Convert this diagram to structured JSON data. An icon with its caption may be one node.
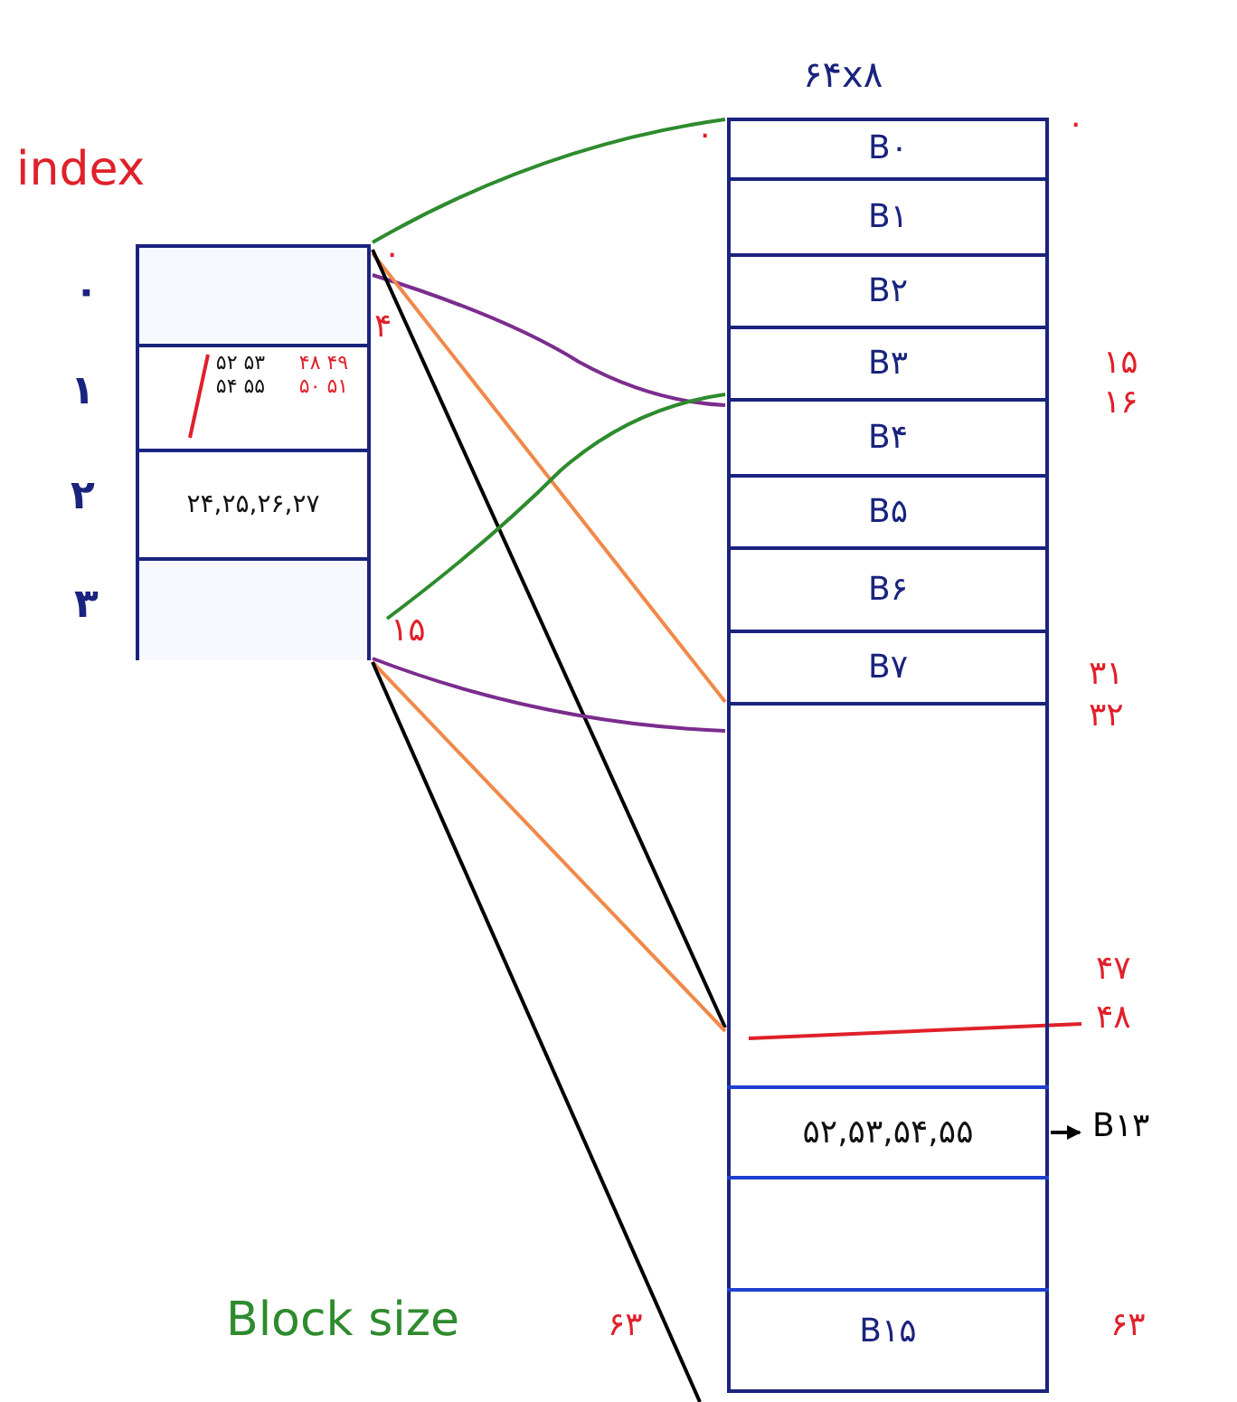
{
  "diagram": {
    "nodes": [
      {
        "text": [
          "index"
        ]
      },
      {
        "text": [],
        "shape": "box",
        "in": 0,
        "beside": [
          "۰"
        ]
      },
      {
        "text": [
          "۴۸ ۴۹ ۵۰ ۵۱",
          "۵۲ ۵۳ ۵۴ ۵۵"
        ],
        "in": 0,
        "beside": [
          "۱"
        ]
      },
      {
        "text": [
          "۲۴,۲۵,۲۶,۲۷"
        ],
        "in": 0,
        "beside": [
          "۲"
        ]
      },
      {
        "text": [],
        "shape": "box",
        "in": 0,
        "beside": [
          "۳"
        ]
      },
      {
        "text": [
          "۶۴x۸"
        ]
      },
      {
        "text": [
          "B۰"
        ],
        "in": 5
      },
      {
        "text": [
          "B۱"
        ],
        "in": 5
      },
      {
        "text": [
          "B۲"
        ],
        "in": 5
      },
      {
        "text": [
          "B۳"
        ],
        "in": 5
      },
      {
        "text": [
          "B۴"
        ],
        "in": 5
      },
      {
        "text": [
          "B۵"
        ],
        "in": 5
      },
      {
        "text": [
          "B۶"
        ],
        "in": 5
      },
      {
        "text": [
          "B۷"
        ],
        "in": 5
      },
      {
        "text": [
          "۵۲,۵۳,۵۴,۵۵"
        ],
        "in": 5
      },
      {
        "text": [
          "B۱۵"
        ],
        "in": 5
      },
      {
        "text": [
          "B۱۳"
        ]
      }
    ],
    "edges": [
      {
        "from": 0,
        "to": 5,
        "arrow": "none",
        "color": "#2e8b2e"
      },
      {
        "from": 0,
        "to": 5,
        "arrow": "none",
        "color": "#7b2d8e"
      },
      {
        "from": 0,
        "to": 5,
        "arrow": "none",
        "color": "#f0894a"
      },
      {
        "from": 0,
        "to": 5,
        "arrow": "none",
        "color": "#000000"
      },
      {
        "from": 0,
        "to": 5,
        "arrow": "none",
        "color": "#2e8b2e"
      },
      {
        "from": 0,
        "to": 5,
        "arrow": "none",
        "color": "#7b2d8e"
      },
      {
        "from": 0,
        "to": 5,
        "arrow": "none",
        "color": "#f0894a"
      },
      {
        "from": 0,
        "to": 5,
        "arrow": "none",
        "color": "#000000"
      },
      {
        "from": 14,
        "to": 16,
        "arrow": "to"
      }
    ],
    "labels": [
      "۰",
      "۴",
      "۱۵",
      "۰",
      "۰",
      "۱۵",
      "۱۶",
      "۳۱",
      "۳۲",
      "۴۷",
      "۴۸",
      "۶۳",
      "۶۳",
      "Block size"
    ]
  }
}
